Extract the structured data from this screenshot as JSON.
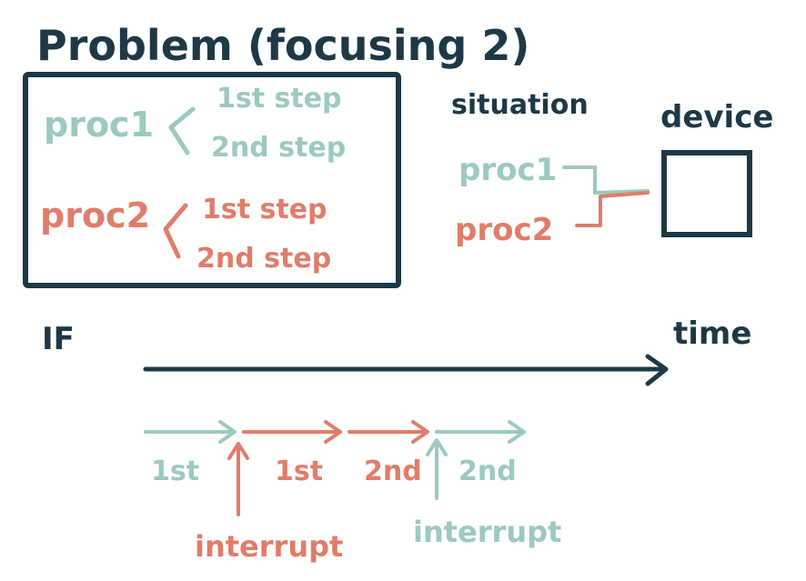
{
  "colors": {
    "dark": "#1e3845",
    "teal": "#9cc9c0",
    "red": "#e07d6a"
  },
  "title": "Problem (focusing 2)",
  "box": {
    "proc1": {
      "label": "proc1",
      "step1": "1st step",
      "step2": "2nd step"
    },
    "proc2": {
      "label": "proc2",
      "step1": "1st step",
      "step2": "2nd step"
    }
  },
  "situation": {
    "label": "situation",
    "proc1": "proc1",
    "proc2": "proc2",
    "device": "device"
  },
  "timeline": {
    "if_label": "IF",
    "time_label": "time",
    "segments": [
      {
        "label": "1st",
        "process": "proc1"
      },
      {
        "label": "1st",
        "process": "proc2"
      },
      {
        "label": "2nd",
        "process": "proc2"
      },
      {
        "label": "2nd",
        "process": "proc1"
      }
    ],
    "interrupts": [
      {
        "label": "interrupt",
        "process": "proc2"
      },
      {
        "label": "interrupt",
        "process": "proc1"
      }
    ]
  }
}
